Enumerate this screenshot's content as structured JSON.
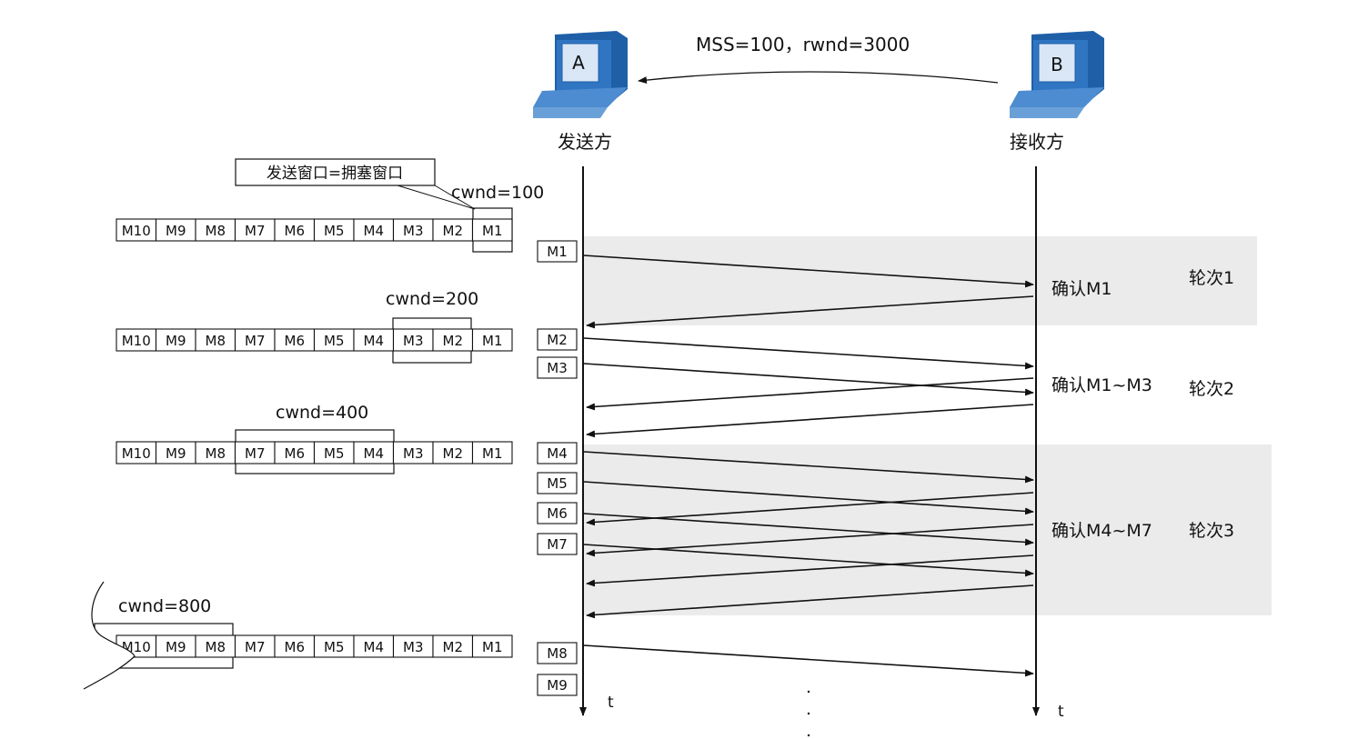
{
  "header": {
    "mss_rwnd": "MSS=100，rwnd=3000",
    "sender_letter": "A",
    "receiver_letter": "B",
    "sender_label": "发送方",
    "receiver_label": "接收方"
  },
  "callout": {
    "text": "发送窗口=拥塞窗口"
  },
  "segments": [
    "M10",
    "M9",
    "M8",
    "M7",
    "M6",
    "M5",
    "M4",
    "M3",
    "M2",
    "M1"
  ],
  "windows": [
    {
      "cwnd": "cwnd=100"
    },
    {
      "cwnd": "cwnd=200"
    },
    {
      "cwnd": "cwnd=400"
    },
    {
      "cwnd": "cwnd=800"
    }
  ],
  "sent_labels": [
    "M1",
    "M2",
    "M3",
    "M4",
    "M5",
    "M6",
    "M7",
    "M8",
    "M9"
  ],
  "acks": [
    "确认M1",
    "确认M1~M3",
    "确认M4~M7"
  ],
  "rounds": [
    "轮次1",
    "轮次2",
    "轮次3"
  ],
  "time_label": "t",
  "colors": {
    "band": "#ebebeb",
    "line": "#111111",
    "computer_dark": "#1f5fa8",
    "computer_light": "#6aa0d8"
  }
}
